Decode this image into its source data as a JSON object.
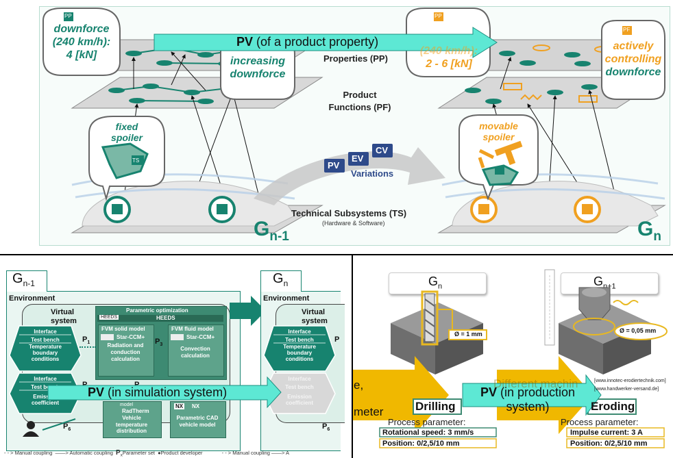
{
  "top": {
    "pp_badge": "PP",
    "pp_badge_right": "PP",
    "pf_badge_right": "PF",
    "ts_badge": "TS",
    "left_callout": [
      "downforce",
      "(240 km/h):",
      "4 [kN]"
    ],
    "right_callout_partial": [
      "(240 km/h):",
      "2 - 6 [kN]"
    ],
    "increasing": [
      "increasing",
      "downforce"
    ],
    "actively": [
      "actively",
      "controlling",
      "downforce"
    ],
    "fixed_spoiler": [
      "fixed",
      "spoiler"
    ],
    "movable_spoiler": [
      "movable",
      "spoiler"
    ],
    "pv_arrow_bold": "PV",
    "pv_arrow_rest": " (of a product property)",
    "properties_label": "Properties (PP)",
    "functions_label": [
      "Product",
      "Functions (PF)"
    ],
    "variations": {
      "pv": "PV",
      "ev": "EV",
      "cv": "CV",
      "label": "Variations"
    },
    "subsystems_label": "Technical Subsystems (TS)",
    "subsystems_sub": "(Hardware & Software)",
    "gen_left_main": "G",
    "gen_left_sub": "n-1",
    "gen_right_main": "G",
    "gen_right_sub": "n"
  },
  "bottom_left": {
    "gen_left_main": "G",
    "gen_left_sub": "n-1",
    "gen_right_main": "G",
    "gen_right_sub": "n",
    "environment": "Environment",
    "environment_right": "Environment",
    "virtual_system": [
      "Virtual",
      "system"
    ],
    "virtual_system_right": [
      "Virtual",
      "system"
    ],
    "param_opt": "Parametric optimization",
    "heeds_logo": "HEEDS",
    "heeds": "HEEDS",
    "hex_top": [
      "Interface",
      "Test bench",
      "Temperature",
      "boundary",
      "conditions"
    ],
    "hex_bottom": [
      "Interface",
      "Test bench",
      "Emission",
      "coefficient"
    ],
    "hex_top_right": [
      "Interface",
      "Test bench",
      "Temperature",
      "boundary",
      "conditions"
    ],
    "hex_bottom_right": [
      "Interface",
      "Test bench",
      "Emission",
      "coefficient"
    ],
    "fvm_solid": "FVM solid model",
    "fvm_fluid": "FVM fluid model",
    "starccm": "Star-CCM+",
    "radiation": [
      "Radiation and",
      "conduction",
      "calculation"
    ],
    "convection": [
      "Convection",
      "calculation"
    ],
    "model_small": "model",
    "radtherm": "RadTherm",
    "vehicle_temp": [
      "Vehicle",
      "temperature",
      "distribution"
    ],
    "nx_logo": "NX",
    "nx": "NX",
    "param_cad": [
      "Parametric CAD",
      "vehicle model"
    ],
    "p1": "P",
    "p1_sub": "1",
    "p3": "P",
    "p3_sub": "3",
    "p6": "P",
    "p6_sub": "6",
    "p_partial": "P",
    "p_partial2": "P",
    "p6_right": "P",
    "p6_right_sub": "6",
    "pv_bold": "PV",
    "pv_rest": " (in simulation system)",
    "legend": {
      "manual": "Manual coupling",
      "auto": "Automatic coupling",
      "param_bold": "P",
      "param_sub": "x",
      "param": "Parameter set",
      "developer": "Product developer",
      "manual_right": "Manual coupling",
      "auto_right": "A"
    }
  },
  "bottom_right": {
    "gen_left_main": "G",
    "gen_left_sub": "n",
    "gen_right_main": "G",
    "gen_right_sub": "n+1",
    "dia_left": "Ø = 1 mm",
    "dia_right": "Ø = 0,05 mm",
    "url1": "[www.innotec-erodiertechnik.com]",
    "url2": "[www.handwerker-versand.de]",
    "partial_e": "e,",
    "partial_meter": "meter",
    "partial_diff": "Different machin",
    "drilling": "Drilling",
    "eroding": "Eroding",
    "pv_bold": "PV",
    "pv_rest": " (in production",
    "pv_line2": "system)",
    "proc_param_left": "Process parameter:",
    "proc_param_right": "Process parameter:",
    "rot_speed": "Rotational speed: 3 mm/s",
    "position_left": "Position: 0/2,5/10 mm",
    "impulse": "Impulse current: 3 A",
    "position_right": "Position: 0/2,5/10 mm"
  },
  "colors": {
    "teal": "#17836f",
    "mint_arrow": "#5de8d4",
    "orange": "#f0a020",
    "navy": "#2e4a8a",
    "sim_green": "#3d8a72"
  }
}
